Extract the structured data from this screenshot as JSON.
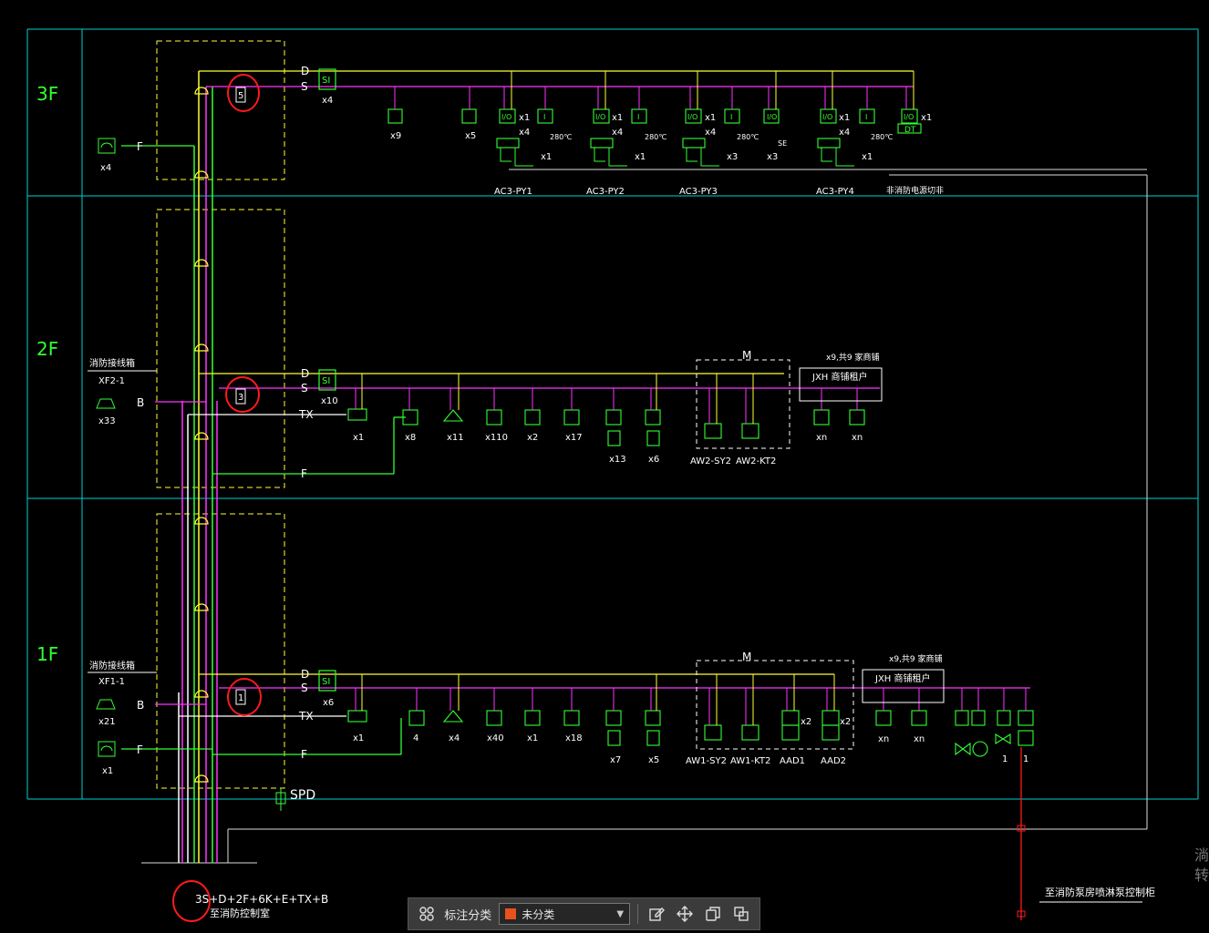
{
  "floors": {
    "f3": "3F",
    "f2": "2F",
    "f1": "1F"
  },
  "line_labels": {
    "d": "D",
    "s": "S",
    "tx": "TX",
    "f": "F",
    "b": "B"
  },
  "f3": {
    "si_count": "x4",
    "loop_no": "5",
    "phone_count": "x4",
    "counts": [
      "x9",
      "x5"
    ],
    "multi": [
      "x1",
      "x4",
      "x1",
      "x1",
      "x4",
      "x1",
      "x1",
      "x4",
      "x3",
      "x3",
      "x1",
      "x4",
      "x1",
      "x1"
    ],
    "temp": "280℃",
    "dt": "DT",
    "group_labels": [
      "AC3-PY1",
      "AC3-PY2",
      "AC3-PY3",
      "AC3-PY4"
    ],
    "cutoff_label": "非消防电源切非",
    "se": "SE"
  },
  "f2": {
    "si_count": "x10",
    "loop_no": "3",
    "hydrant_title": "消防接线箱",
    "hydrant_id": "XF2-1",
    "bell_count": "x33",
    "device_counts": [
      "x1",
      "x8",
      "x11",
      "x110",
      "x2",
      "x17",
      "x13",
      "x6"
    ],
    "module_title": "M",
    "module_labels": [
      "AW2-SY2",
      "AW2-KT2"
    ],
    "jxh_title": "x9,共9 家商铺",
    "jxh_label": "JXH    商铺租户",
    "xn": [
      "xn",
      "xn"
    ]
  },
  "f1": {
    "si_count": "x6",
    "loop_no": "1",
    "hydrant_title": "消防接线箱",
    "hydrant_id": "XF1-1",
    "bell_count": "x21",
    "phone_count": "x1",
    "device_counts": [
      "x1",
      "4",
      "x4",
      "x40",
      "x1",
      "x18",
      "x7",
      "x5"
    ],
    "module_title": "M",
    "module_labels": [
      "AW1-SY2",
      "AW1-KT2",
      "AAD1",
      "AAD2"
    ],
    "module_counts": [
      "x2",
      "x2"
    ],
    "jxh_title": "x9,共9 家商铺",
    "jxh_label": "JXH    商铺租户",
    "xn": [
      "xn",
      "xn"
    ],
    "pump": [
      "1",
      "1"
    ],
    "spd": "SPD"
  },
  "bottom": {
    "cable": "3S+D+2F+6K+E+TX+B",
    "dest": "至消防控制室",
    "pump_dest": "至消防泵房喷淋泵控制柜"
  },
  "side_text": [
    "淌",
    "转"
  ],
  "toolbar": {
    "label": "标注分类",
    "selected": "未分类",
    "swatch_color": "#e8521e",
    "icons": [
      "grid-icon",
      "edit-icon",
      "move-icon",
      "copy-icon",
      "layers-icon"
    ]
  },
  "colors": {
    "grid": "#00d0d0",
    "yellow": "#ffff33",
    "magenta": "#ff33ff",
    "green": "#33ff33",
    "red": "#ff1a1a",
    "white": "#ffffff"
  }
}
